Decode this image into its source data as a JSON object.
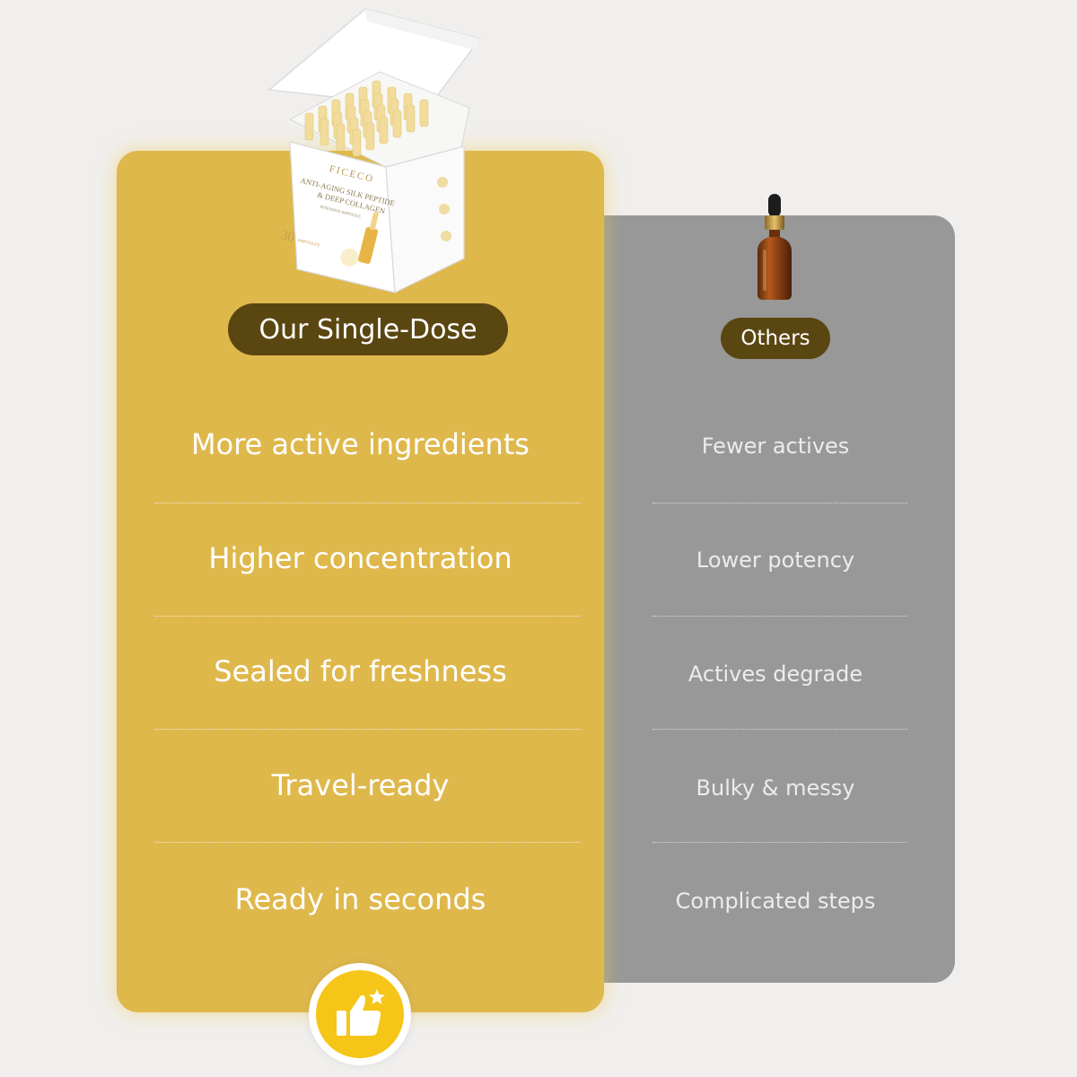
{
  "colors": {
    "background": "#f0efed",
    "ours_panel": "#dfb84c",
    "others_panel": "#989898",
    "pill": "#5a4610",
    "badge": "#f5c518"
  },
  "product": {
    "brand": "FICECO",
    "name_line1": "ANTI-AGING SILK PEPTIDE",
    "name_line2": "& DEEP COLLAGEN",
    "subtitle": "INTENSIVE AMPOULE",
    "count": "30",
    "count_unit": "AMPOULES"
  },
  "ours": {
    "label": "Our Single-Dose",
    "features": [
      "More active ingredients",
      "Higher concentration",
      "Sealed for freshness",
      "Travel-ready",
      "Ready in seconds"
    ]
  },
  "others": {
    "label": "Others",
    "features": [
      "Fewer actives",
      "Lower potency",
      "Actives degrade",
      "Bulky & messy",
      "Complicated steps"
    ]
  },
  "icons": {
    "product": "ampoule-box-icon",
    "bottle": "dropper-bottle-icon",
    "badge": "thumbs-up-star-icon"
  }
}
